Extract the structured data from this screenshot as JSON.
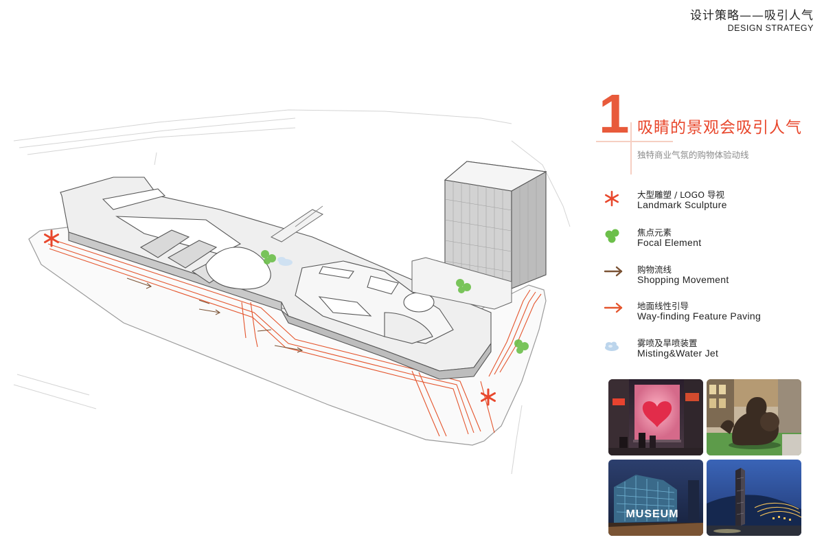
{
  "header": {
    "title_cn": "设计策略——吸引人气",
    "title_en": "DESIGN STRATEGY"
  },
  "strategy": {
    "number": "1",
    "title": "吸睛的景观会吸引人气",
    "subtitle": "独特商业气氛的购物体验动线"
  },
  "legend": {
    "items": [
      {
        "icon": "asterisk-icon",
        "label_cn": "大型雕塑 / LOGO 导视",
        "label_en": "Landmark Sculpture"
      },
      {
        "icon": "green-dots-icon",
        "label_cn": "焦点元素",
        "label_en": "Focal Element"
      },
      {
        "icon": "brown-arrow-icon",
        "label_cn": "购物流线",
        "label_en": "Shopping Movement"
      },
      {
        "icon": "orange-arrow-icon",
        "label_cn": "地面线性引导",
        "label_en": "Way-finding Feature Paving"
      },
      {
        "icon": "mist-cloud-icon",
        "label_cn": "雾喷及旱喷装置",
        "label_en": "Misting&Water Jet"
      }
    ]
  },
  "photos": [
    {
      "name": "photo-heart-mist-screen"
    },
    {
      "name": "photo-bronze-sculpture"
    },
    {
      "name": "photo-museum-facade",
      "sign_text": "MUSEUM"
    },
    {
      "name": "photo-tower-sculpture-night"
    }
  ],
  "colors": {
    "accent": "#e8472c",
    "title_number": "#e85a3b",
    "focal_green": "#6cbf4a",
    "shopping_brown": "#7a5234",
    "wayfinding_orange": "#e4552d",
    "mist_blue": "#a9c9e6"
  }
}
